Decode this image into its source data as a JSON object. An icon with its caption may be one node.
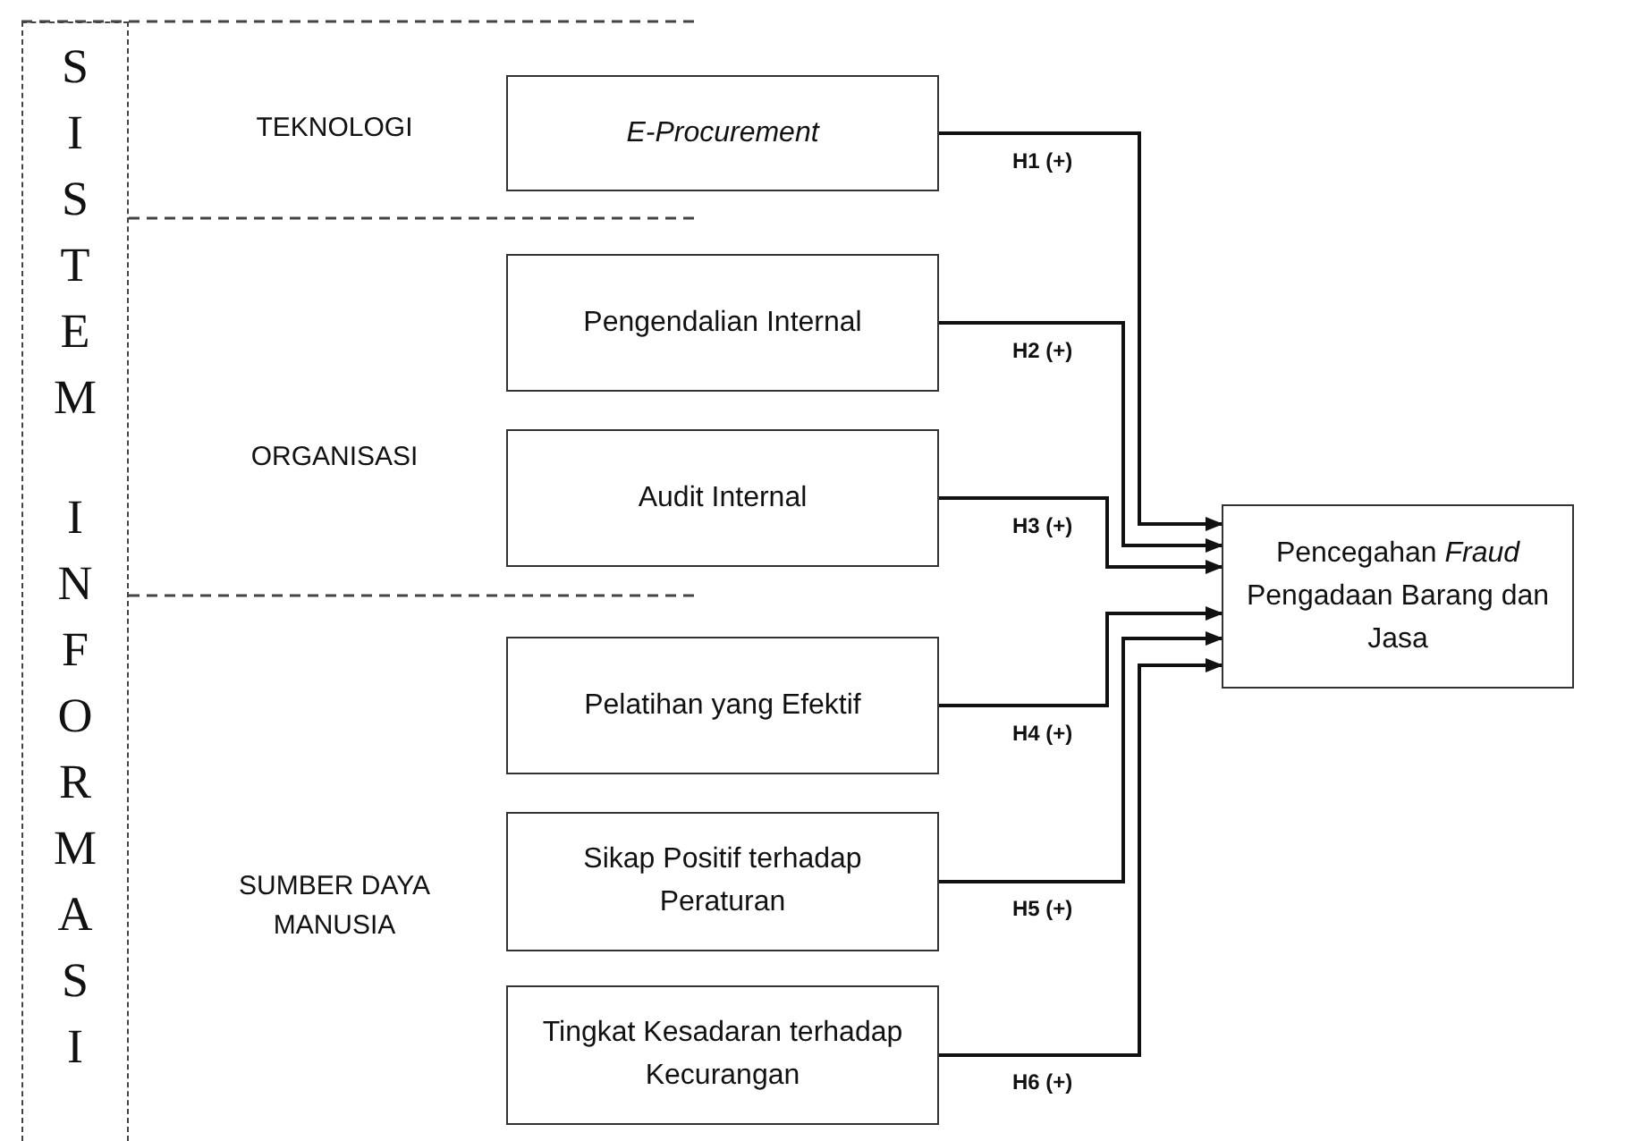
{
  "diagram": {
    "nodes": [
      {
        "text": [
          "SISTEM",
          "INFORMASI"
        ]
      },
      {
        "text": [
          "*E-Procurement*"
        ]
      },
      {
        "text": [
          "Pengendalian Internal"
        ]
      },
      {
        "text": [
          "Audit Internal"
        ]
      },
      {
        "text": [
          "Pelatihan yang Efektif"
        ]
      },
      {
        "text": [
          "Sikap Positif terhadap Peraturan"
        ]
      },
      {
        "text": [
          "Tingkat Kesadaran terhadap Kecurangan"
        ]
      },
      {
        "text": [
          "Pencegahan *Fraud* Pengadaan Barang dan Jasa"
        ]
      }
    ],
    "edges": [
      {
        "from": 1,
        "to": 7,
        "arrow": "to",
        "label": "H1 (+)"
      },
      {
        "from": 2,
        "to": 7,
        "arrow": "to",
        "label": "H2 (+)"
      },
      {
        "from": 3,
        "to": 7,
        "arrow": "to",
        "label": "H3 (+)"
      },
      {
        "from": 4,
        "to": 7,
        "arrow": "to",
        "label": "H4 (+)"
      },
      {
        "from": 5,
        "to": 7,
        "arrow": "to",
        "label": "H5 (+)"
      },
      {
        "from": 6,
        "to": 7,
        "arrow": "to",
        "label": "H6 (+)"
      }
    ],
    "labels": [
      "TEKNOLOGI",
      "ORGANISASI",
      "SUMBER DAYA MANUSIA"
    ]
  }
}
